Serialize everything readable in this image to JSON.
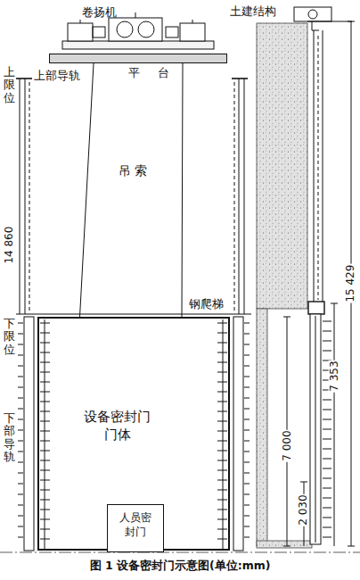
{
  "diagram": {
    "caption": "图 1 设备密封门示意图(单位:mm)",
    "nodes": [
      {
        "text": [
          "平 台"
        ]
      },
      {
        "text": [
          "设备密封门门体"
        ]
      },
      {
        "text": [
          "人员密封门"
        ],
        "in": 1
      }
    ],
    "edges": [
      {
        "from": 0,
        "to": 1,
        "arrow": "none"
      },
      {
        "from": 0,
        "to": 1,
        "arrow": "none"
      }
    ],
    "labels": [
      "卷扬机",
      "土建结构",
      "上限位",
      "上部导轨",
      "吊 索",
      "14 860",
      "下限位",
      "钢爬梯",
      "下部导轨",
      "15 429",
      "7 000",
      "7 353",
      "2 030"
    ]
  }
}
